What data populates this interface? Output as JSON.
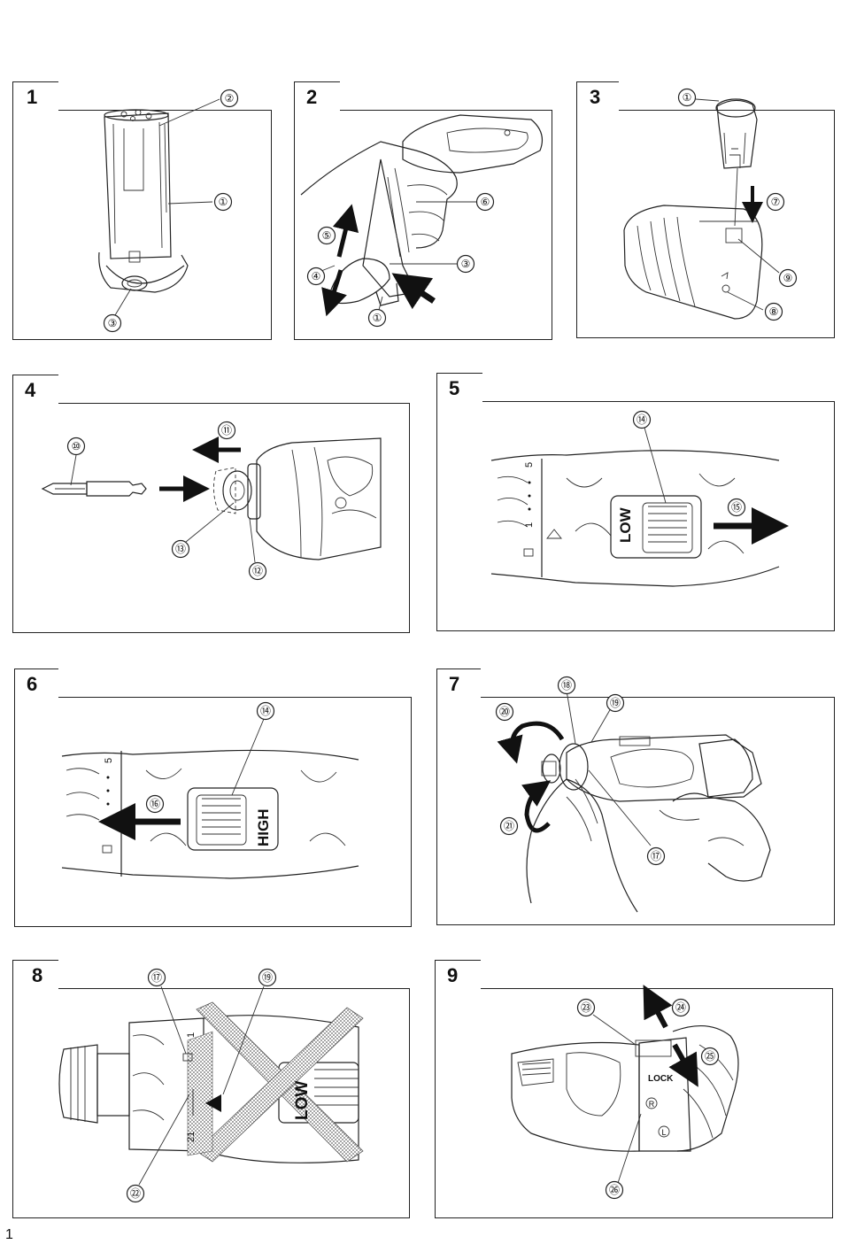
{
  "page_number": "1",
  "panels": [
    {
      "number": "1",
      "callouts": [
        "②",
        "①",
        "③"
      ]
    },
    {
      "number": "2",
      "callouts": [
        "⑥",
        "⑤",
        "③",
        "④",
        "①"
      ]
    },
    {
      "number": "3",
      "callouts": [
        "①",
        "⑦",
        "⑨",
        "⑧"
      ]
    },
    {
      "number": "4",
      "callouts": [
        "⑩",
        "⑪",
        "⑬",
        "⑫"
      ]
    },
    {
      "number": "5",
      "callouts": [
        "⑭",
        "⑮"
      ],
      "switch_label": "LOW",
      "dial_marks": [
        "5",
        "1"
      ]
    },
    {
      "number": "6",
      "callouts": [
        "⑭",
        "⑯"
      ],
      "switch_label": "HIGH",
      "dial_marks": [
        "5"
      ]
    },
    {
      "number": "7",
      "callouts": [
        "⑱",
        "⑲",
        "⑳",
        "㉑",
        "⑰"
      ]
    },
    {
      "number": "8",
      "callouts": [
        "⑰",
        "⑲",
        "㉒"
      ],
      "switch_label": "LOW",
      "dial_marks": [
        "1",
        "21"
      ]
    },
    {
      "number": "9",
      "callouts": [
        "㉓",
        "㉔",
        "㉕",
        "㉖"
      ],
      "lock_label": "LOCK",
      "dir_r": "R",
      "dir_l": "L"
    }
  ]
}
